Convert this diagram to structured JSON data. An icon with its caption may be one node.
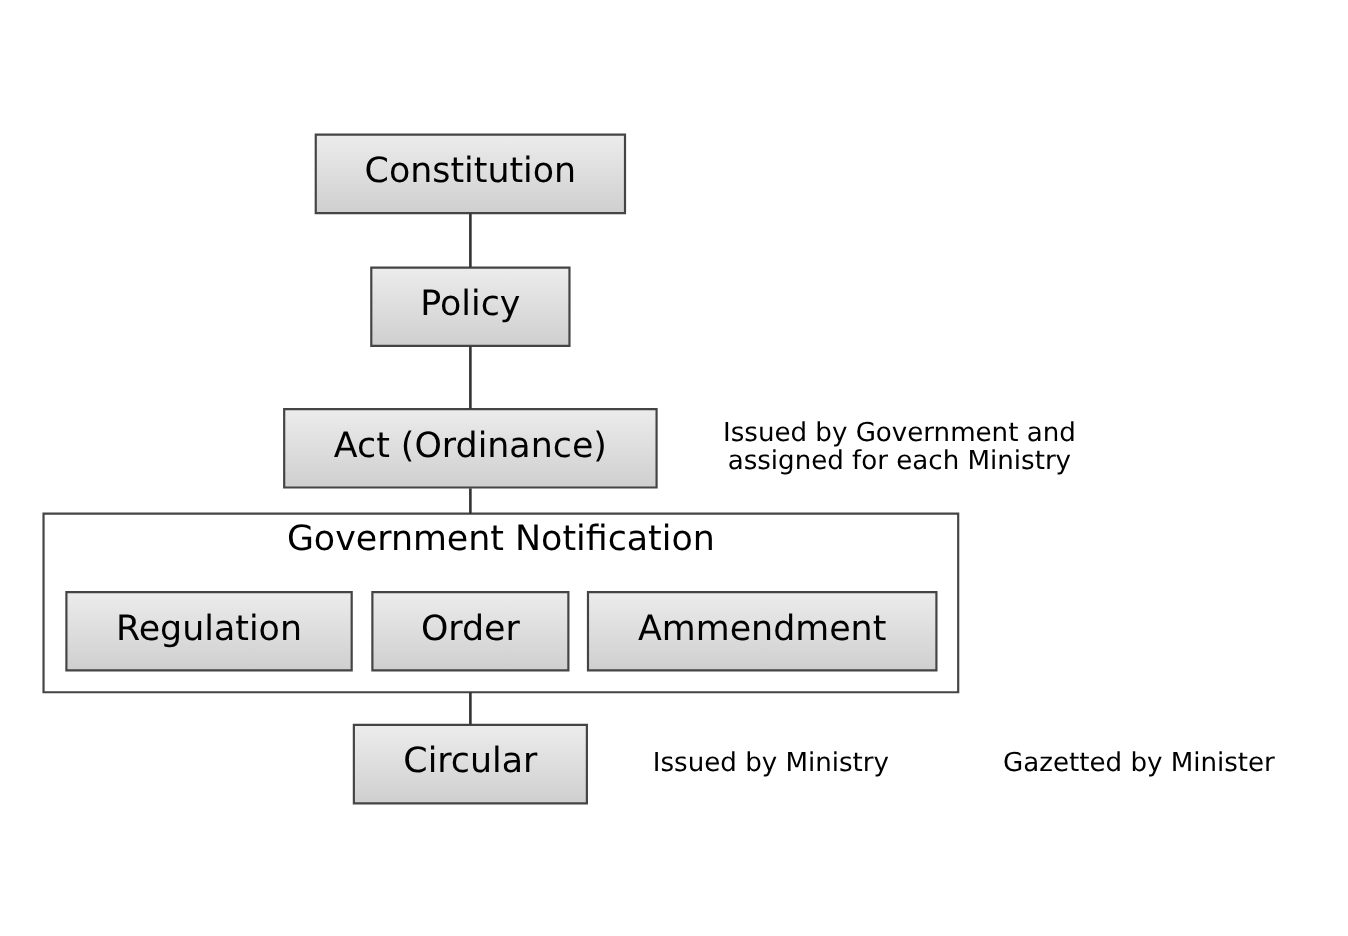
{
  "diagram": {
    "nodes": [
      {
        "text": [
          "Constitution"
        ]
      },
      {
        "text": [
          "Policy"
        ]
      },
      {
        "text": [
          "Act (Ordinance)"
        ],
        "beside": [
          "Issued by Government and assigned for each Ministry"
        ]
      },
      {
        "text": [
          "Government Notification"
        ],
        "beside": [
          "Gazetted by Minister"
        ]
      },
      {
        "text": [
          "Regulation"
        ],
        "in": 3
      },
      {
        "text": [
          "Order"
        ],
        "in": 3
      },
      {
        "text": [
          "Ammendment"
        ],
        "in": 3
      },
      {
        "text": [
          "Circular"
        ],
        "beside": [
          "Issued by Ministry"
        ]
      }
    ],
    "edges": [
      {
        "from": 0,
        "to": 1,
        "arrow": "none"
      },
      {
        "from": 1,
        "to": 2,
        "arrow": "none"
      },
      {
        "from": 2,
        "to": 3,
        "arrow": "none"
      },
      {
        "from": 3,
        "to": 7,
        "arrow": "none"
      }
    ]
  }
}
